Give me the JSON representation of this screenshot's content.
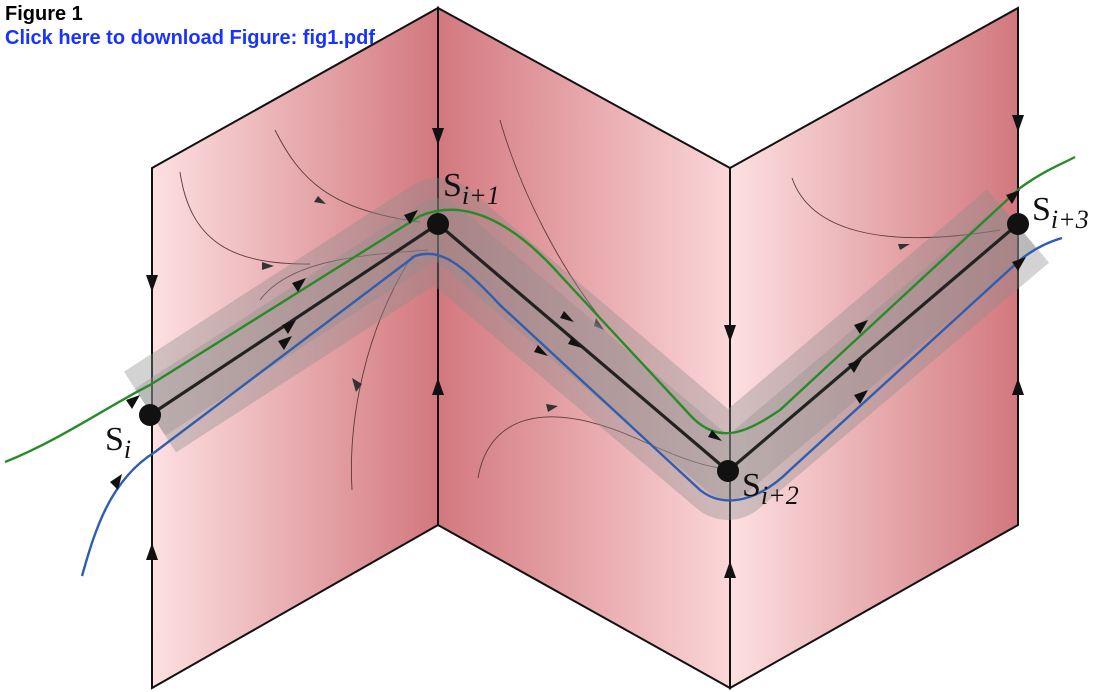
{
  "header": {
    "title": "Figure 1",
    "link": "Click here to download Figure: fig1.pdf"
  },
  "diagram": {
    "labels": [
      {
        "main": "S",
        "sub": "i"
      },
      {
        "main": "S",
        "sub": "i+1"
      },
      {
        "main": "S",
        "sub": "i+2"
      },
      {
        "main": "S",
        "sub": "i+3"
      }
    ],
    "colors": {
      "panel": "#f4b5b8",
      "panel_dark": "#cd6f76",
      "tube": "#8c8c8c",
      "main_path": "#222222",
      "green_path": "#2a8a2a",
      "blue_path": "#2f5db0"
    }
  }
}
